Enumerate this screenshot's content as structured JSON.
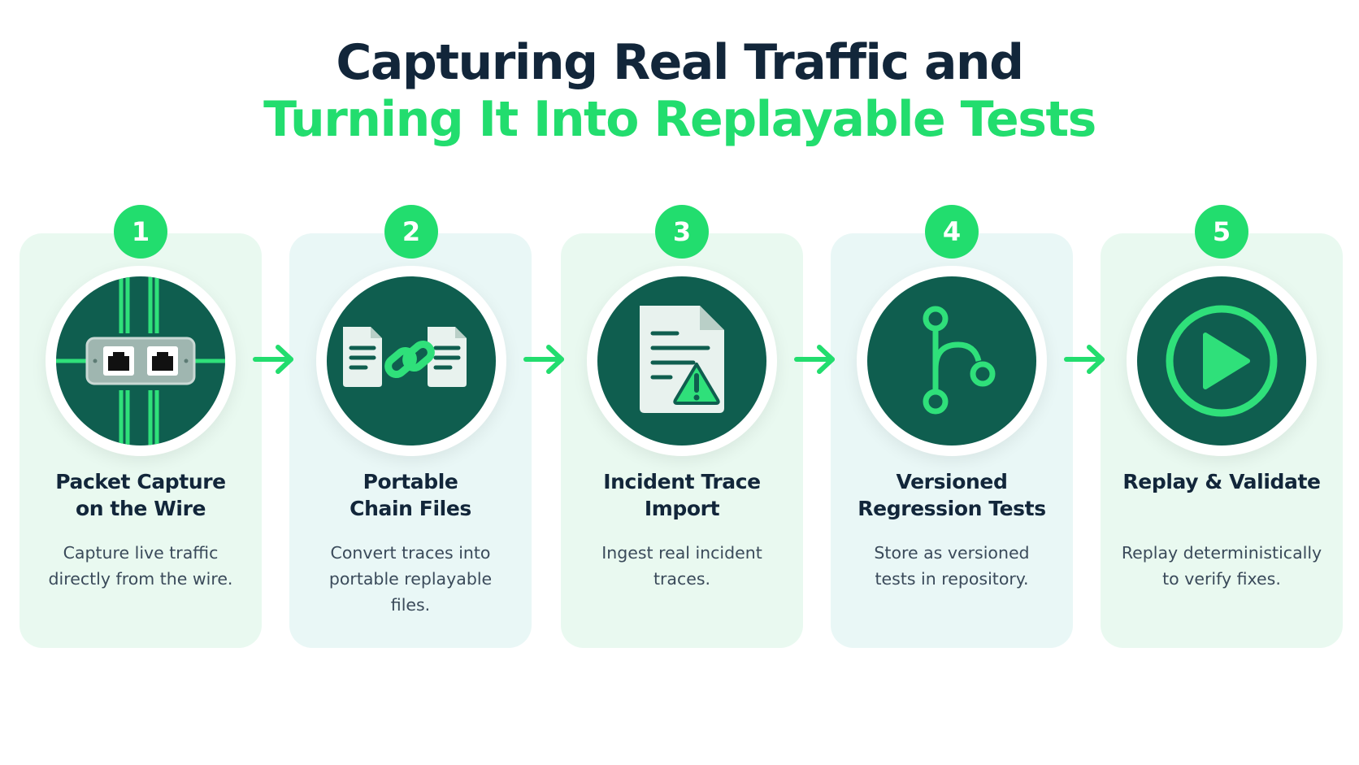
{
  "header": {
    "title_line_1": "Capturing Real Traffic and",
    "title_line_2": "Turning It Into Replayable Tests"
  },
  "colors": {
    "accent_green": "#22dd6e",
    "dark_teal": "#0f5e4f",
    "navy_text": "#12263a"
  },
  "steps": [
    {
      "number": "1",
      "title": "Packet Capture\non the Wire",
      "description": "Capture live traffic\ndirectly from the wire.",
      "icon": "network-switch-icon"
    },
    {
      "number": "2",
      "title": "Portable\nChain Files",
      "description": "Convert traces into\nportable replayable\nfiles.",
      "icon": "linked-files-icon"
    },
    {
      "number": "3",
      "title": "Incident Trace\nImport",
      "description": "Ingest real incident\ntraces.",
      "icon": "document-warning-icon"
    },
    {
      "number": "4",
      "title": "Versioned\nRegression Tests",
      "description": "Store as versioned\ntests in repository.",
      "icon": "git-branch-icon"
    },
    {
      "number": "5",
      "title": "Replay & Validate",
      "description": "Replay deterministically\nto verify fixes.",
      "icon": "play-circle-icon"
    }
  ]
}
